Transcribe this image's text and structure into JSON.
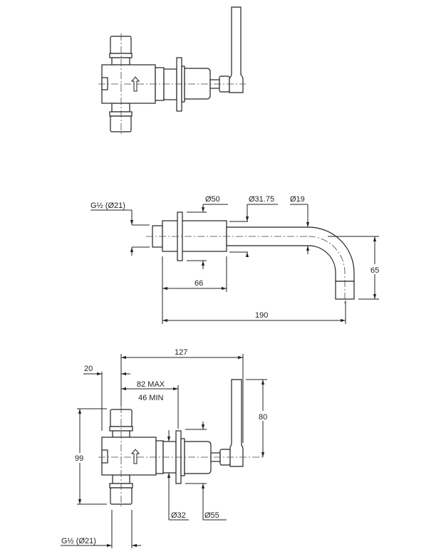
{
  "drawing": {
    "top_view": {},
    "side_view": {
      "inlet_thread": "G½ (Ø21)",
      "flange_diameter": "Ø50",
      "sleeve_diameter": "Ø31.75",
      "spout_diameter": "Ø19",
      "body_length": "66",
      "total_projection": "190",
      "spout_drop": "65"
    },
    "front_view": {
      "overall_length": "127",
      "inlet_offset": "20",
      "wall_depth_max": "82 MAX",
      "wall_depth_min": "46 MIN",
      "handle_height": "80",
      "inlet_spacing": "99",
      "sleeve_diameter": "Ø32",
      "flange_diameter": "Ø55",
      "inlet_thread": "G½ (Ø21)"
    }
  }
}
